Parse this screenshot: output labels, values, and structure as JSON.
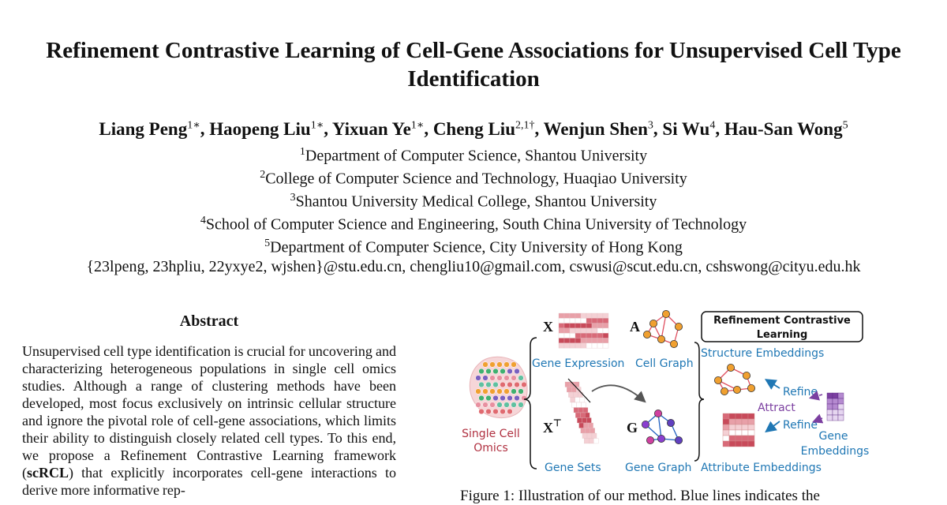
{
  "paper": {
    "title": "Refinement Contrastive Learning of Cell-Gene Associations for Unsupervised Cell Type Identification",
    "authors": [
      {
        "name": "Liang Peng",
        "sup": "1∗"
      },
      {
        "name": "Haopeng Liu",
        "sup": "1∗"
      },
      {
        "name": "Yixuan Ye",
        "sup": "1∗"
      },
      {
        "name": "Cheng Liu",
        "sup": "2,1†"
      },
      {
        "name": "Wenjun Shen",
        "sup": "3"
      },
      {
        "name": "Si Wu",
        "sup": "4"
      },
      {
        "name": "Hau-San Wong",
        "sup": "5"
      }
    ],
    "affiliations": [
      {
        "sup": "1",
        "text": "Department of Computer Science, Shantou University"
      },
      {
        "sup": "2",
        "text": "College of Computer Science and Technology, Huaqiao University"
      },
      {
        "sup": "3",
        "text": "Shantou University Medical College, Shantou University"
      },
      {
        "sup": "4",
        "text": "School of Computer Science and Engineering, South China University of Technology"
      },
      {
        "sup": "5",
        "text": "Department of Computer Science, City University of Hong Kong"
      }
    ],
    "emails": "{23lpeng, 23hpliu, 22yxye2, wjshen}@stu.edu.cn, chengliu10@gmail.com, cswusi@scut.edu.cn, cshswong@cityu.edu.hk",
    "abstract_heading": "Abstract",
    "abstract_text_1": "Unsupervised cell type identification is crucial for uncovering and characterizing heterogeneous populations in single cell omics studies. Although a range of clustering methods have been developed, most focus exclusively on intrinsic cellular structure and ignore the pivotal role of cell-gene associations, which limits their ability to distinguish closely related cell types. To this end, we propose a Refinement Contrastive Learning framework (",
    "abstract_bold": "scRCL",
    "abstract_text_2": ") that explicitly incorporates cell-gene interactions to derive more informative rep-",
    "figure_caption": "Figure 1: Illustration of our method. Blue lines indicates the"
  },
  "figure": {
    "omics_label_1": "Single Cell",
    "omics_label_2": "Omics",
    "x_symbol": "X",
    "xt_symbol": "X",
    "xt_sup": "⊤",
    "a_symbol": "A",
    "g_symbol": "G",
    "gene_expression": "Gene Expression",
    "cell_graph": "Cell Graph",
    "gene_sets": "Gene Sets",
    "gene_graph": "Gene Graph",
    "rcl_box_1": "Refinement Contrastive",
    "rcl_box_2": "Learning",
    "structure_embeddings": "Structure Embeddings",
    "attribute_embeddings": "Attribute Embeddings",
    "refine_top": "Refine",
    "attract": "Attract",
    "refine_bottom": "Refine",
    "gene_emb_1": "Gene",
    "gene_emb_2": "Embeddings"
  }
}
